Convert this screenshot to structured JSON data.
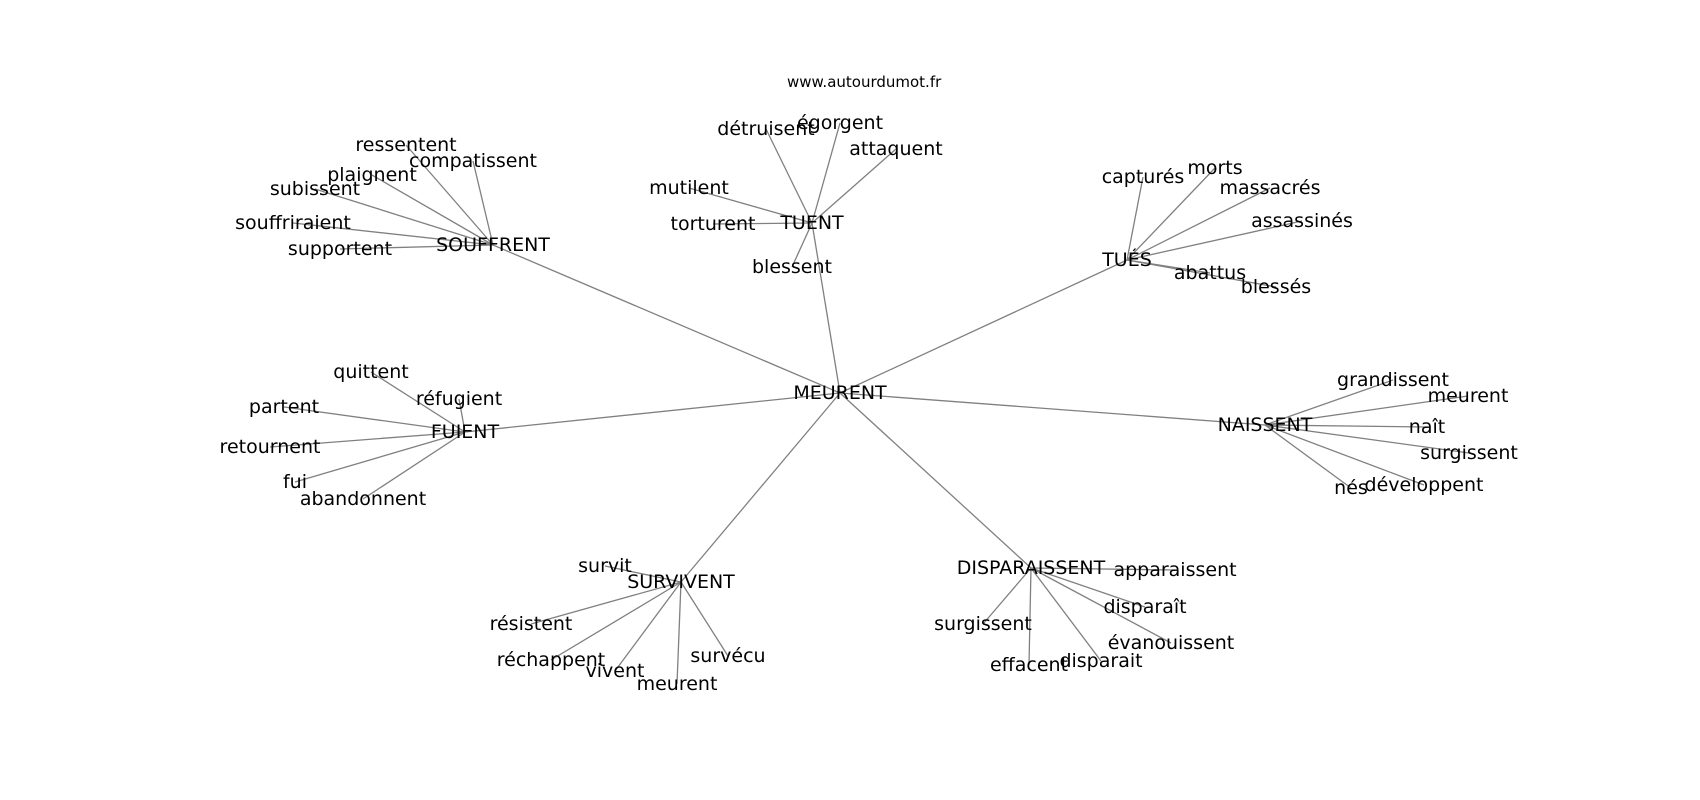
{
  "site": "www.autourdumot.fr",
  "center": "MEURENT",
  "clusters": [
    {
      "label": "SOUFFRENT",
      "children": [
        "ressentent",
        "compatissent",
        "plaignent",
        "subissent",
        "souffriraient",
        "supportent"
      ]
    },
    {
      "label": "TUENT",
      "children": [
        "détruisent",
        "égorgent",
        "attaquent",
        "mutilent",
        "torturent",
        "blessent"
      ]
    },
    {
      "label": "TUÉS",
      "children": [
        "capturés",
        "morts",
        "massacrés",
        "assassinés",
        "abattus",
        "blessés"
      ]
    },
    {
      "label": "FUIENT",
      "children": [
        "quittent",
        "réfugient",
        "partent",
        "retournent",
        "fui",
        "abandonnent"
      ]
    },
    {
      "label": "NAISSENT",
      "children": [
        "grandissent",
        "meurent",
        "naît",
        "surgissent",
        "développent",
        "nés"
      ]
    },
    {
      "label": "SURVIVENT",
      "children": [
        "survit",
        "résistent",
        "réchappent",
        "vivent",
        "meurent",
        "survécu"
      ]
    },
    {
      "label": "DISPARAISSENT",
      "children": [
        "apparaissent",
        "disparaît",
        "évanouissent",
        "disparait",
        "effacent",
        "surgissent"
      ]
    }
  ]
}
